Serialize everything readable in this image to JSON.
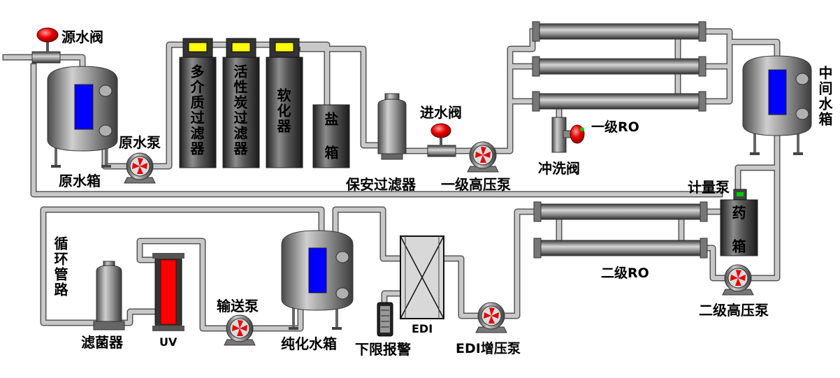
{
  "labels": {
    "raw_valve": "源水阀",
    "raw_tank": "原水箱",
    "raw_pump": "原水泵",
    "multimedia_filter": "多介质过滤器",
    "carbon_filter": "活性炭过滤器",
    "softener": "软化器",
    "salt_tank": "盐 箱",
    "security_filter": "保安过滤器",
    "inlet_valve": "进水阀",
    "stage1_pump": "一级高压泵",
    "stage1_ro": "一级RO",
    "flush_valve": "冲洗阀",
    "middle_tank": "中间水箱",
    "dosing_pump": "计量泵",
    "chem_tank": "药 箱",
    "stage2_ro": "二级RO",
    "stage2_pump": "二级高压泵",
    "loop_pipe": "循环管路",
    "sterilizer": "滤菌器",
    "uv": "UV",
    "transfer_pump": "输送泵",
    "pure_tank": "纯化水箱",
    "low_alarm": "下限报警",
    "edi": "EDI",
    "edi_pump": "EDI增压泵"
  },
  "colors": {
    "pipe": "#c8c8c8",
    "pipe_edge": "#555555",
    "tank_body": "#909090",
    "level_gauge": "#0000ff",
    "uv_lamp": "#ff0000",
    "valve_red": "#e60000",
    "pump_blade": "#e60000",
    "indicator_yellow": "#ffff00"
  }
}
